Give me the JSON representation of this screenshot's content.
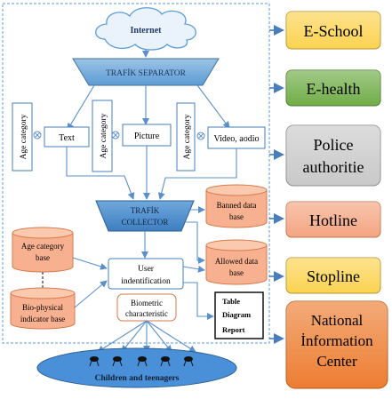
{
  "cloud_label": "Internet",
  "separator_label": "TRAFİK SEPARATOR",
  "age_category_label": "Age category",
  "text_box": "Text",
  "picture_box": "Picture",
  "video_box": "Video, aodio",
  "collector_label": [
    "TRAFİK",
    "COLLECTOR"
  ],
  "banned_db": [
    "Banned data",
    "base"
  ],
  "allowed_db": [
    "Allowed data",
    "base"
  ],
  "age_category_base": [
    "Age category",
    "base"
  ],
  "bio_physical_base": [
    "Bio-physical",
    "indicator base"
  ],
  "user_identification": [
    "User",
    "indentification"
  ],
  "biometric": [
    "Biometric",
    "characteristic"
  ],
  "report_box": [
    "Table",
    "Diagram",
    "Report"
  ],
  "children_label": "Children and teenagers",
  "outputs": [
    {
      "label": [
        "E-School"
      ],
      "color": "#FBD351"
    },
    {
      "label": [
        "E-health"
      ],
      "color": "#70AD47"
    },
    {
      "label": [
        "Police",
        "authoritie"
      ],
      "color": "#C9C9C9"
    },
    {
      "label": [
        "Hotline"
      ],
      "color": "#F4A582"
    },
    {
      "label": [
        "Stopline"
      ],
      "color": "#FBD351"
    },
    {
      "label": [
        "National",
        "İnformation",
        "Center"
      ],
      "color": "#ED7D31"
    }
  ],
  "colors": {
    "shape_fill": "#5B9BD5",
    "db_fill": "#F8B190",
    "db_stroke": "#D47A4E",
    "line": "#5B8FC9",
    "box_stroke": "#4A7EBB",
    "ellipse_fill": "#4A90D9"
  }
}
